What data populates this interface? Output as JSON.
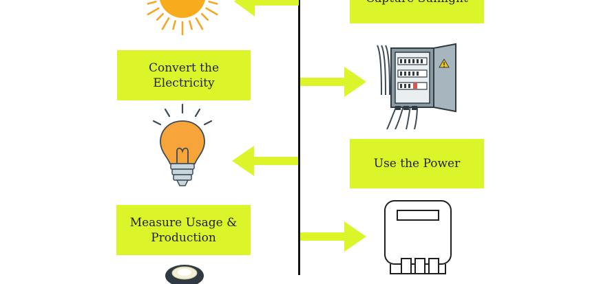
{
  "steps": {
    "capture": {
      "label": "Capture Sunlight"
    },
    "convert": {
      "line1": "Convert the",
      "line2": "Electricity"
    },
    "use": {
      "label": "Use the Power"
    },
    "measure": {
      "line1": "Measure Usage &",
      "line2": "Production"
    }
  },
  "colors": {
    "box_fill": "#dcf52a",
    "arrow": "#dcf52a",
    "timeline": "#111111",
    "sun": "#f5a623",
    "bulb": "#f7a53a"
  },
  "icons": [
    "sun-icon",
    "electrical-panel-icon",
    "light-bulb-icon",
    "meter-icon",
    "dial-icon"
  ]
}
